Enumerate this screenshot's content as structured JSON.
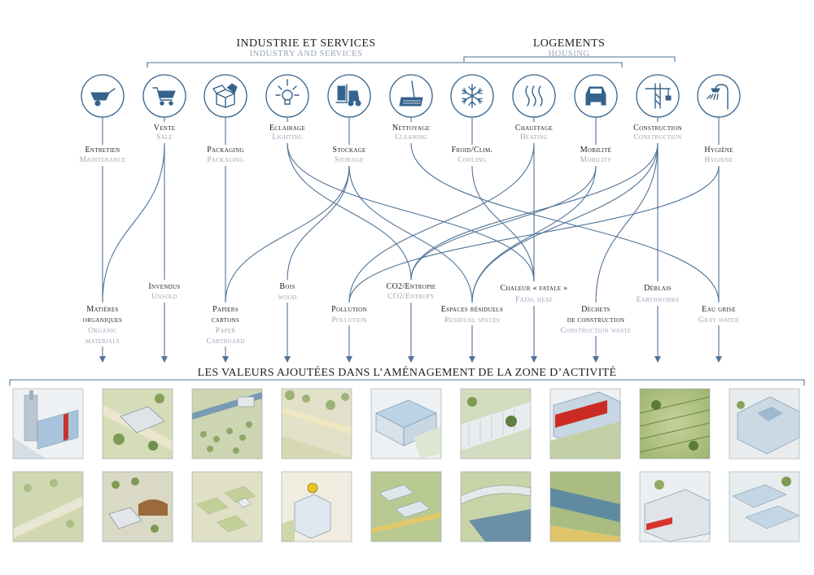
{
  "header": {
    "industry": {
      "fr": "INDUSTRIE ET  SERVICES",
      "en": "INDUSTRY AND SERVICES"
    },
    "housing": {
      "fr": "LOGEMENTS",
      "en": "HOUSING"
    }
  },
  "sources": [
    {
      "id": "maintenance",
      "fr": "Entretien",
      "en": "Maintenance",
      "icon": "wheelbarrow-icon"
    },
    {
      "id": "sale",
      "fr": "Vente",
      "en": "Sale",
      "icon": "shopping-cart-icon"
    },
    {
      "id": "packaging",
      "fr": "Packaging",
      "en": "Packaging",
      "icon": "box-icon"
    },
    {
      "id": "lighting",
      "fr": "Eclairage",
      "en": "Lighting",
      "icon": "light-bulb-icon"
    },
    {
      "id": "storage",
      "fr": "Stockage",
      "en": "Storage",
      "icon": "forklift-icon"
    },
    {
      "id": "cleaning",
      "fr": "Nettoyage",
      "en": "Cleaning",
      "icon": "broom-icon"
    },
    {
      "id": "cooling",
      "fr": "Froid/Clim.",
      "en": "Cooling",
      "icon": "snowflake-icon"
    },
    {
      "id": "heating",
      "fr": "Chauffage",
      "en": "Heating",
      "icon": "heat-waves-icon"
    },
    {
      "id": "mobility",
      "fr": "Mobilité",
      "en": "Mobility",
      "icon": "car-icon"
    },
    {
      "id": "construction",
      "fr": "Construction",
      "en": "Construction",
      "icon": "crane-icon"
    },
    {
      "id": "hygiene",
      "fr": "Hygiène",
      "en": "Hygiene",
      "icon": "shower-icon"
    }
  ],
  "outputs": [
    {
      "id": "organic",
      "fr": [
        "Matières",
        "organiques"
      ],
      "en": [
        "Organic",
        "materials"
      ]
    },
    {
      "id": "unsold",
      "fr": [
        "Invendus"
      ],
      "en": [
        "Unsold"
      ]
    },
    {
      "id": "paper",
      "fr": [
        "Papiers",
        "cartons"
      ],
      "en": [
        "Paper",
        "Cartboard"
      ]
    },
    {
      "id": "wood",
      "fr": [
        "Bois"
      ],
      "en": [
        "wood"
      ]
    },
    {
      "id": "pollution",
      "fr": [
        "Pollution"
      ],
      "en": [
        "Pollution"
      ]
    },
    {
      "id": "co2",
      "fr": [
        "CO2/Entropie"
      ],
      "en": [
        "CO2/Entropy"
      ]
    },
    {
      "id": "residual",
      "fr": [
        "Espaces résiduels"
      ],
      "en": [
        "Residual spaces"
      ]
    },
    {
      "id": "fatal",
      "fr": [
        "Chaleur « fatale »"
      ],
      "en": [
        "Fatal heat"
      ]
    },
    {
      "id": "waste",
      "fr": [
        "Déchets",
        "de construction"
      ],
      "en": [
        "Construction waste"
      ]
    },
    {
      "id": "earth",
      "fr": [
        "Déblais"
      ],
      "en": [
        "Earthworks"
      ]
    },
    {
      "id": "gray",
      "fr": [
        "Eau grise"
      ],
      "en": [
        "Gray water"
      ]
    }
  ],
  "flows": [
    [
      "maintenance",
      "organic"
    ],
    [
      "sale",
      "unsold"
    ],
    [
      "sale",
      "organic"
    ],
    [
      "packaging",
      "paper"
    ],
    [
      "lighting",
      "co2"
    ],
    [
      "lighting",
      "fatal"
    ],
    [
      "storage",
      "wood"
    ],
    [
      "storage",
      "paper"
    ],
    [
      "storage",
      "residual"
    ],
    [
      "cleaning",
      "gray"
    ],
    [
      "cooling",
      "fatal"
    ],
    [
      "heating",
      "fatal"
    ],
    [
      "heating",
      "pollution"
    ],
    [
      "mobility",
      "co2"
    ],
    [
      "mobility",
      "residual"
    ],
    [
      "construction",
      "earth"
    ],
    [
      "construction",
      "waste"
    ],
    [
      "construction",
      "co2"
    ],
    [
      "construction",
      "residual"
    ],
    [
      "hygiene",
      "gray"
    ],
    [
      "hygiene",
      "pollution"
    ]
  ],
  "banner": "LES VALEURS AJOUTÉES DANS L’AMÉNAGEMENT DE LA ZONE D’ACTIVITÉ",
  "colors": {
    "line": "#4f7396",
    "icon": "#35638c",
    "label_en": "#9aa6b8"
  }
}
